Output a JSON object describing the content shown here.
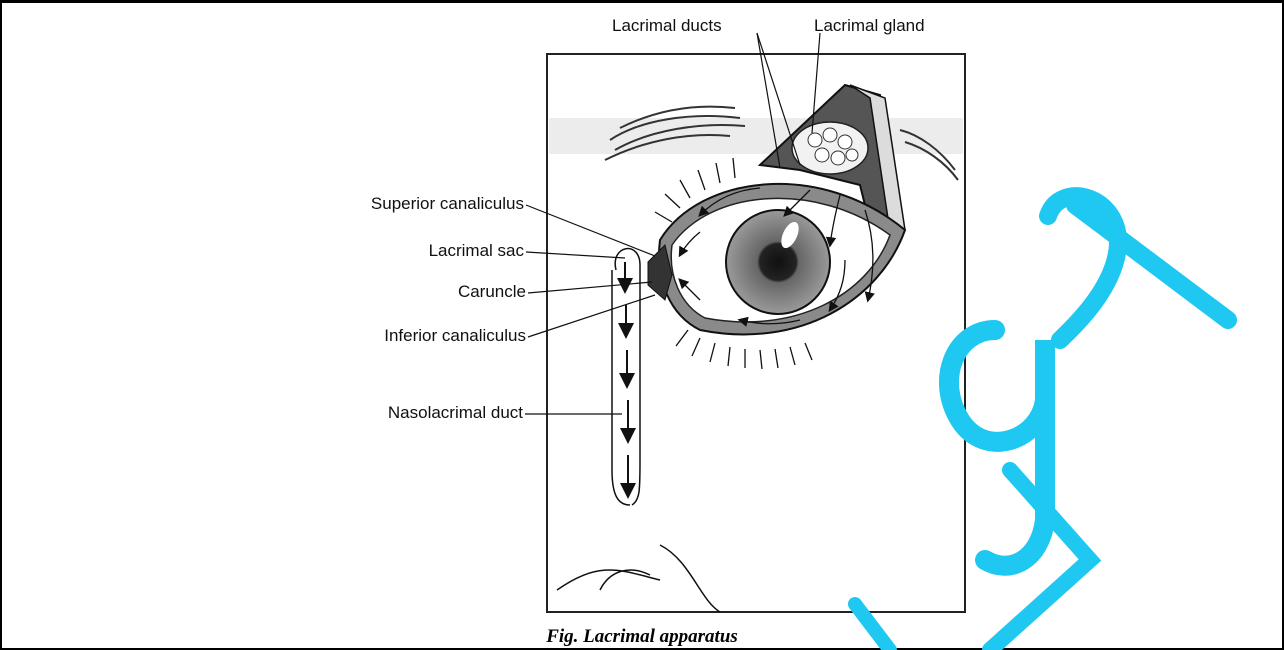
{
  "labels": {
    "lacrimal_ducts": "Lacrimal ducts",
    "lacrimal_gland": "Lacrimal gland",
    "superior_canaliculus": "Superior canaliculus",
    "lacrimal_sac": "Lacrimal sac",
    "caruncle": "Caruncle",
    "inferior_canaliculus": "Inferior canaliculus",
    "nasolacrimal_duct": "Nasolacrimal duct"
  },
  "caption": "Fig. Lacrimal apparatus",
  "colors": {
    "watermark": "#1ec8f0",
    "ink": "#111111"
  }
}
